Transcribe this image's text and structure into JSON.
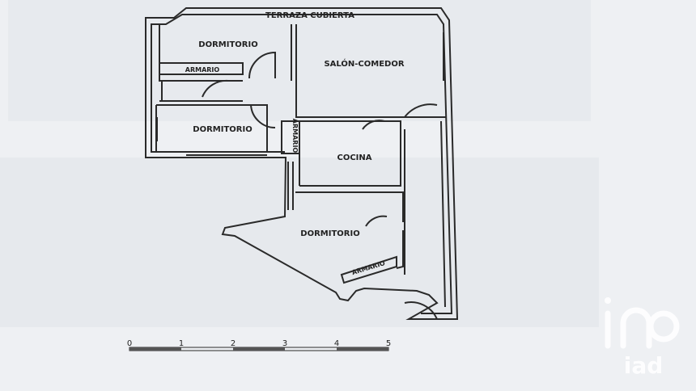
{
  "plan": {
    "rooms": {
      "terrace": "TERRAZA CUBIERTA",
      "bedroom_top": "DORMITORIO",
      "wardrobe_top": "ARMARIO",
      "living_dining": "SALÓN-COMEDOR",
      "bedroom_middle": "DORMITORIO",
      "wardrobe_vertical": "ARMARIO",
      "kitchen": "COCINA",
      "bedroom_bottom": "DORMITORIO",
      "wardrobe_bottom": "ARMARIO"
    },
    "scale_bar": {
      "ticks": [
        "0",
        "1",
        "2",
        "3",
        "4",
        "5"
      ]
    }
  },
  "watermark": {
    "brand": "iad"
  },
  "colors": {
    "paper": "#eef0f3",
    "ink": "#2a2a2a",
    "watermark": "#ffffff"
  }
}
